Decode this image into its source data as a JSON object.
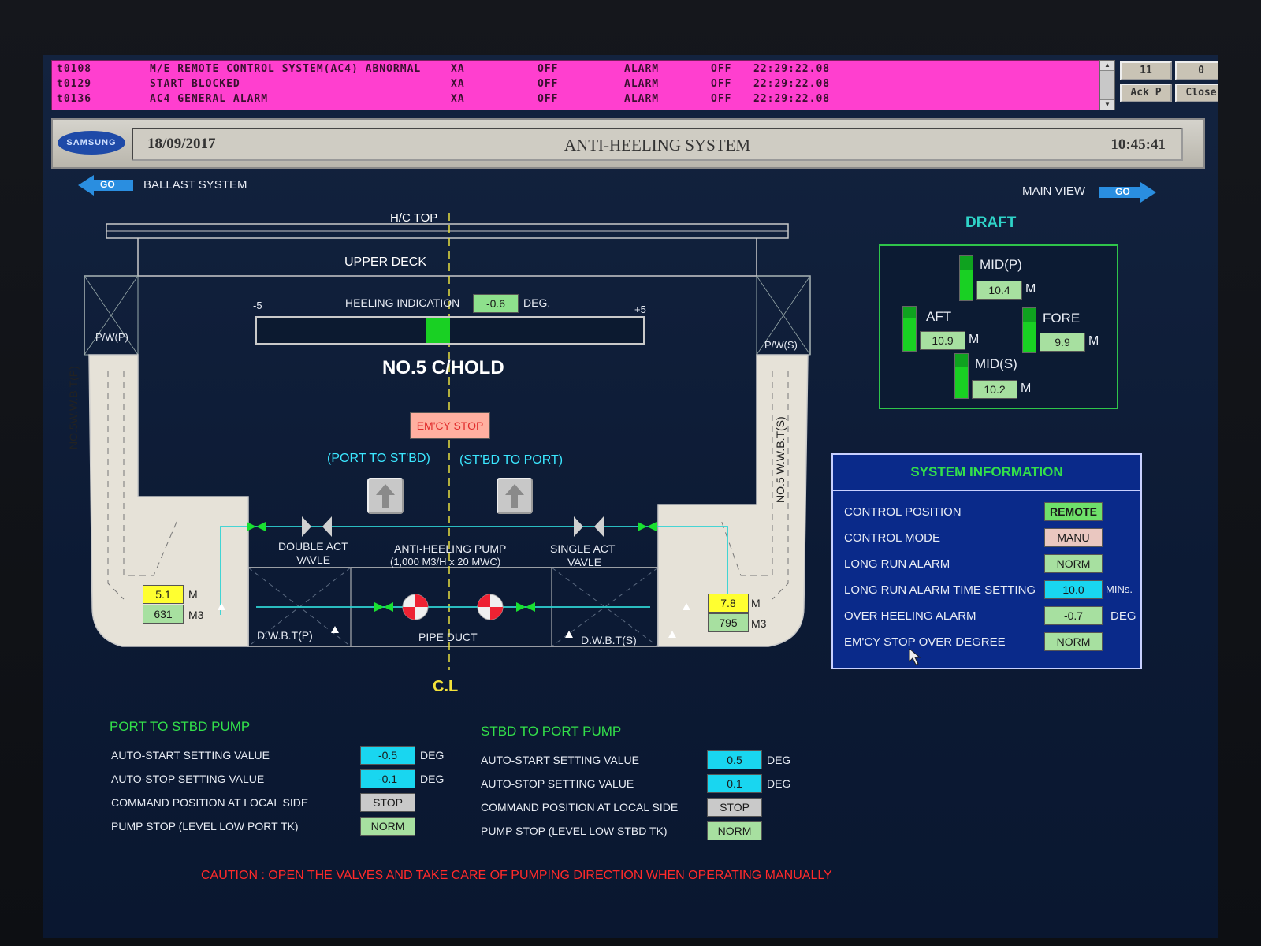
{
  "alarms": [
    {
      "tag": "t0108",
      "desc": "M/E REMOTE CONTROL SYSTEM(AC4) ABNORMAL",
      "type": "XA",
      "s1": "OFF",
      "state": "ALARM",
      "s2": "OFF",
      "time": "22:29:22.08"
    },
    {
      "tag": "t0129",
      "desc": "START BLOCKED",
      "type": "XA",
      "s1": "OFF",
      "state": "ALARM",
      "s2": "OFF",
      "time": "22:29:22.08"
    },
    {
      "tag": "t0136",
      "desc": "AC4 GENERAL ALARM",
      "type": "XA",
      "s1": "OFF",
      "state": "ALARM",
      "s2": "OFF",
      "time": "22:29:22.08"
    }
  ],
  "alarm_controls": {
    "count_1": "11",
    "count_2": "0",
    "ack": "Ack P",
    "close": "Close"
  },
  "header": {
    "logo": "SAMSUNG",
    "date": "18/09/2017",
    "title": "ANTI-HEELING SYSTEM",
    "time": "10:45:41"
  },
  "nav": {
    "go_left": "GO",
    "ballast": "BALLAST SYSTEM",
    "main_view": "MAIN VIEW",
    "go_right": "GO"
  },
  "hold": {
    "hc_top": "H/C TOP",
    "upper_deck": "UPPER DECK",
    "heeling_label": "HEELING INDICATION",
    "heeling_value": "-0.6",
    "heeling_unit": "DEG.",
    "scale_min": "-5",
    "scale_max": "+5",
    "heeling_deg": -0.6,
    "hold_name": "NO.5 C/HOLD",
    "pw_port": "P/W(P)",
    "pw_stbd": "P/W(S)",
    "wbt_port": "NO.5W.W.B.T(P)",
    "wbt_stbd": "NO.5 W.W.B.T(S)",
    "emcy_stop": "EM'CY STOP",
    "port_to_stbd": "(PORT TO ST'BD)",
    "stbd_to_port": "(ST'BD TO PORT)",
    "double_act_1": "DOUBLE ACT",
    "double_act_2": "VAVLE",
    "pump_1": "ANTI-HEELING PUMP",
    "pump_2": "(1,000 M3/H x 20 MWC)",
    "single_act_1": "SINGLE ACT",
    "single_act_2": "VAVLE",
    "port_level": "5.1",
    "port_level_unit": "M",
    "port_volume": "631",
    "port_volume_unit": "M3",
    "stbd_level": "7.8",
    "stbd_level_unit": "M",
    "stbd_volume": "795",
    "stbd_volume_unit": "M3",
    "dwbt_p": "D.W.B.T(P)",
    "pipe_duct": "PIPE DUCT",
    "dwbt_s": "D.W.B.T(S)",
    "cl": "C.L"
  },
  "draft": {
    "title": "DRAFT",
    "mid_p_label": "MID(P)",
    "mid_p": "10.4",
    "aft_label": "AFT",
    "aft": "10.9",
    "fore_label": "FORE",
    "fore": "9.9",
    "mid_s_label": "MID(S)",
    "mid_s": "10.2",
    "unit": "M"
  },
  "system_info": {
    "title": "SYSTEM INFORMATION",
    "rows": [
      {
        "label": "CONTROL POSITION",
        "value": "REMOTE",
        "unit": ""
      },
      {
        "label": "CONTROL MODE",
        "value": "MANU",
        "unit": ""
      },
      {
        "label": "LONG RUN ALARM",
        "value": "NORM",
        "unit": ""
      },
      {
        "label": "LONG RUN ALARM TIME SETTING",
        "value": "10.0",
        "unit": "MINs."
      },
      {
        "label": "OVER HEELING ALARM",
        "value": "-0.7",
        "unit": "DEG"
      },
      {
        "label": "EM'CY STOP OVER DEGREE",
        "value": "NORM",
        "unit": ""
      }
    ]
  },
  "port_pump": {
    "title": "PORT TO STBD PUMP",
    "rows": [
      {
        "label": "AUTO-START SETTING VALUE",
        "value": "-0.5",
        "unit": "DEG"
      },
      {
        "label": "AUTO-STOP SETTING VALUE",
        "value": "-0.1",
        "unit": "DEG"
      },
      {
        "label": "COMMAND POSITION AT LOCAL SIDE",
        "value": "STOP",
        "unit": ""
      },
      {
        "label": "PUMP STOP (LEVEL LOW PORT TK)",
        "value": "NORM",
        "unit": ""
      }
    ]
  },
  "stbd_pump": {
    "title": "STBD TO PORT PUMP",
    "rows": [
      {
        "label": "AUTO-START SETTING VALUE",
        "value": "0.5",
        "unit": "DEG"
      },
      {
        "label": "AUTO-STOP SETTING VALUE",
        "value": "0.1",
        "unit": "DEG"
      },
      {
        "label": "COMMAND POSITION AT LOCAL SIDE",
        "value": "STOP",
        "unit": ""
      },
      {
        "label": "PUMP STOP (LEVEL LOW STBD TK)",
        "value": "NORM",
        "unit": ""
      }
    ]
  },
  "caution": "CAUTION : OPEN THE VALVES AND TAKE CARE OF PUMPING DIRECTION WHEN OPERATING MANUALLY",
  "colors": {
    "alarm_bg": "#ff3fcf",
    "screen_bg": "#0f1d3a",
    "accent_green": "#33e04a",
    "accent_cyan": "#3be7ff",
    "caution_red": "#ff2a2a"
  }
}
